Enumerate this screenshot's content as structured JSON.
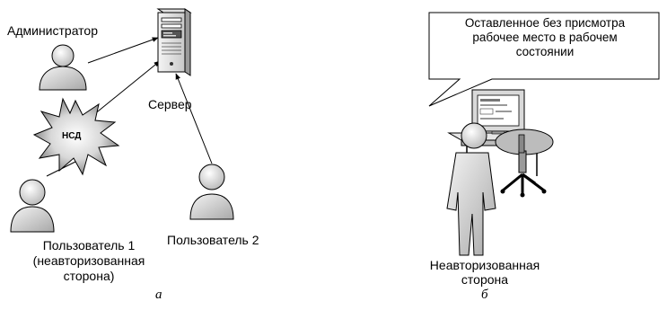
{
  "panel_a": {
    "admin_label": "Администратор",
    "server_label": "Сервер",
    "attack_label": "НСД",
    "user1_label_line1": "Пользователь 1",
    "user1_label_line2": "(неавторизованная",
    "user1_label_line3": "сторона)",
    "user2_label": "Пользователь 2",
    "caption": "а"
  },
  "panel_b": {
    "callout_line1": "Оставленное без присмотра",
    "callout_line2": "рабочее место в рабочем",
    "callout_line3": "состоянии",
    "person_label_line1": "Неавторизованная",
    "person_label_line2": "сторона",
    "caption": "б"
  }
}
